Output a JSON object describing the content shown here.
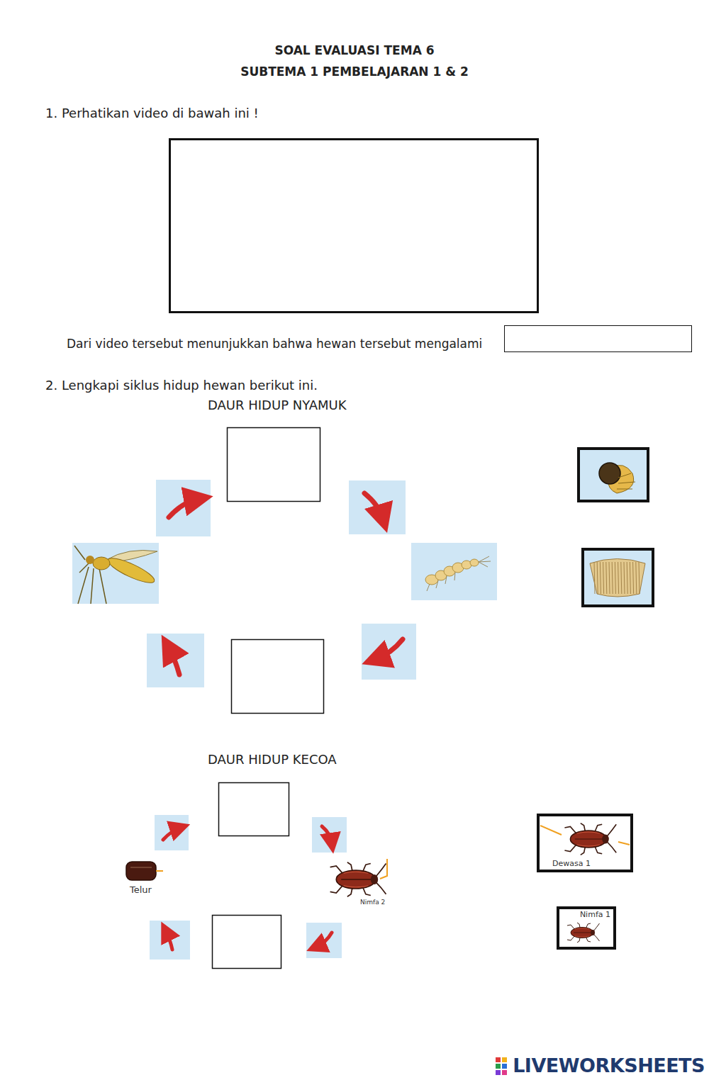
{
  "diagram": {
    "title": "SOAL EVALUASI TEMA 6",
    "nodes": [
      {
        "text": [
          "Dewasa 1"
        ]
      },
      {
        "text": [
          "Nimfa 1"
        ]
      }
    ],
    "labels": [
      "SUBTEMA 1 PEMBELAJARAN 1 & 2",
      "1. Perhatikan video di bawah ini !",
      "Dari video tersebut menunjukkan bahwa hewan tersebut mengalami",
      "2. Lengkapi siklus hidup hewan berikut ini.",
      "DAUR HIDUP NYAMUK",
      "DAUR HIDUP KECOA",
      "Telur",
      "Nimfa 2",
      "LIVEWORKSHEETS"
    ]
  }
}
